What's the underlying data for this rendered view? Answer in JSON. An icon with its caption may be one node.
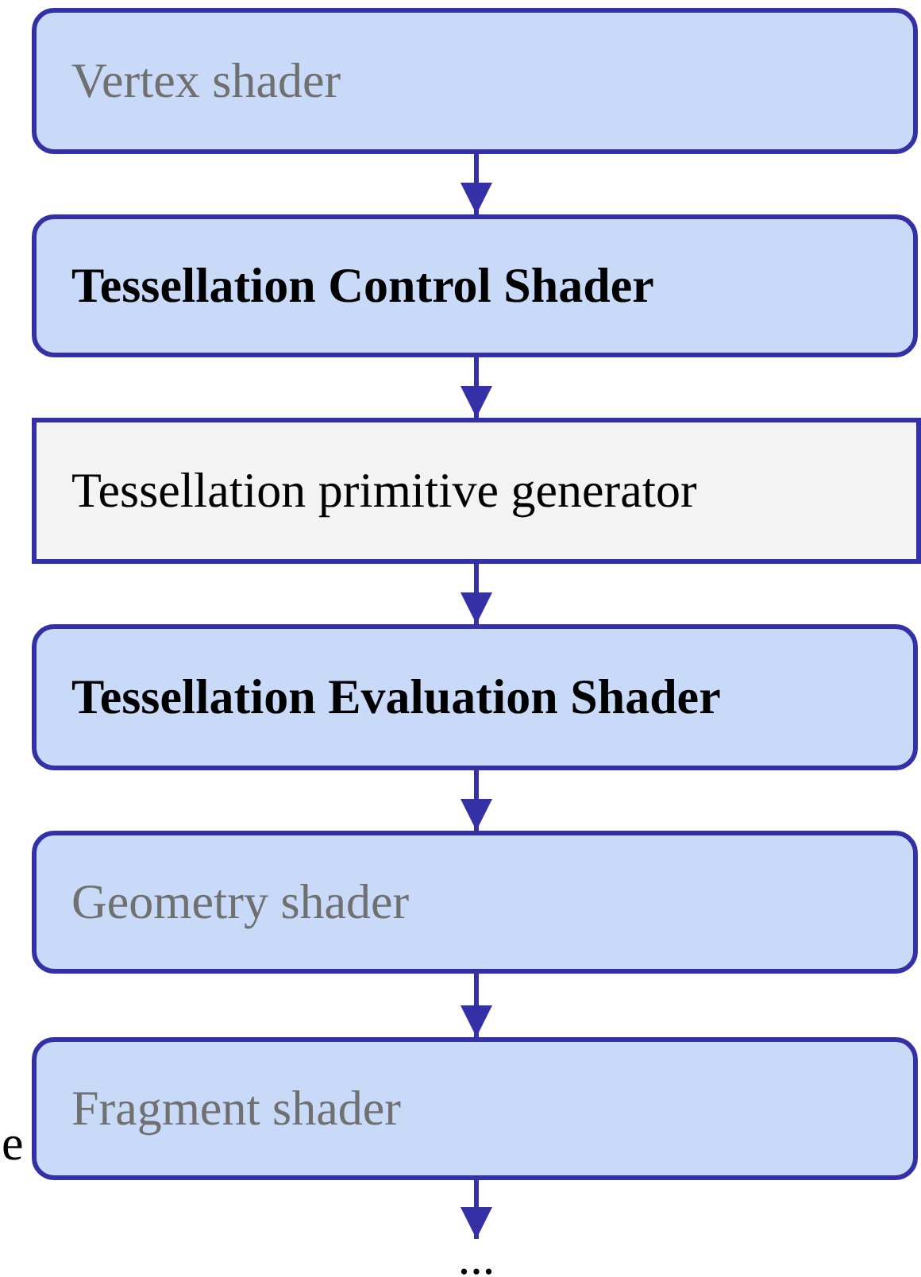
{
  "diagram": {
    "nodes": [
      {
        "text": [
          "Vertex shader"
        ]
      },
      {
        "text": [
          "Tessellation Control Shader"
        ]
      },
      {
        "text": [
          "Tessellation primitive generator"
        ]
      },
      {
        "text": [
          "Tessellation Evaluation Shader"
        ]
      },
      {
        "text": [
          "Geometry shader"
        ]
      },
      {
        "text": [
          "Fragment shader"
        ]
      },
      {
        "text": [
          "..."
        ]
      }
    ],
    "edges": [
      {
        "from": 0,
        "to": 1,
        "arrow": "to"
      },
      {
        "from": 1,
        "to": 2,
        "arrow": "to"
      },
      {
        "from": 2,
        "to": 3,
        "arrow": "to"
      },
      {
        "from": 3,
        "to": 4,
        "arrow": "to"
      },
      {
        "from": 4,
        "to": 5,
        "arrow": "to"
      },
      {
        "from": 5,
        "to": 6,
        "arrow": "to"
      }
    ],
    "labels": [
      "e"
    ]
  }
}
